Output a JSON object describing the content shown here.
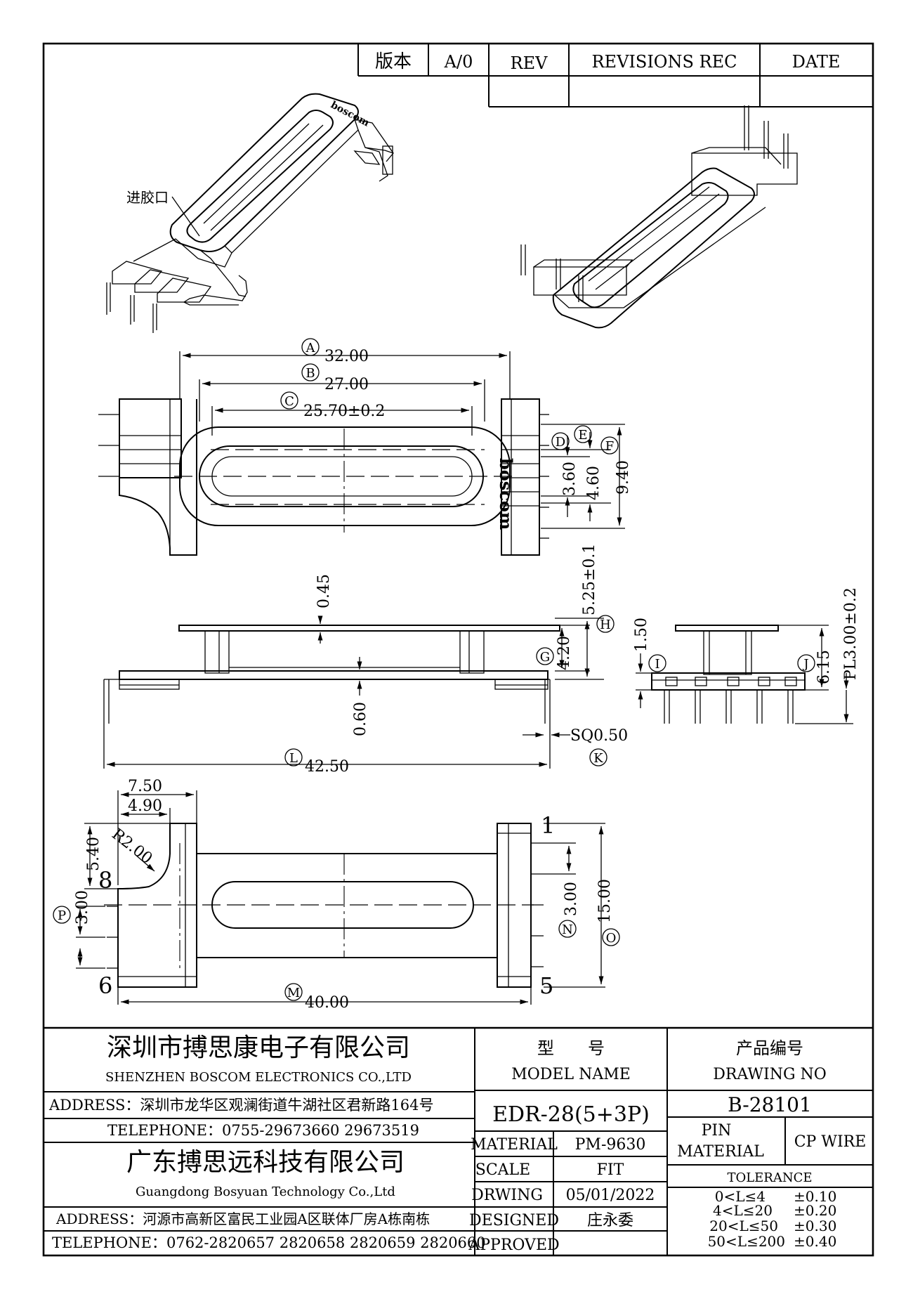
{
  "revision_table": {
    "version_label": "版本",
    "version_value": "A/0",
    "rev_label": "REV",
    "revisions_label": "REVISIONS REC",
    "date_label": "DATE"
  },
  "views": {
    "gate_label": "进胶口",
    "logo_text": "boscom"
  },
  "dimensions": {
    "A": {
      "tag": "A",
      "value": "32.00"
    },
    "B": {
      "tag": "B",
      "value": "27.00"
    },
    "C": {
      "tag": "C",
      "value": "25.70±0.2"
    },
    "D": {
      "tag": "D",
      "value": "3.60"
    },
    "E": {
      "tag": "E",
      "value": "4.60"
    },
    "F": {
      "tag": "F",
      "value": "9.40"
    },
    "G": {
      "tag": "G",
      "value": "4.20"
    },
    "H": {
      "tag": "H",
      "value": "5.25±0.1"
    },
    "I": {
      "tag": "I",
      "value": "1.50"
    },
    "J": {
      "tag": "J",
      "value": "6.15"
    },
    "K": {
      "tag": "K",
      "value": "SQ0.50"
    },
    "L": {
      "tag": "L",
      "value": "42.50"
    },
    "M": {
      "tag": "M",
      "value": "40.00"
    },
    "N": {
      "tag": "N",
      "value": "3.00"
    },
    "O": {
      "tag": "O",
      "value": "15.00"
    },
    "P": {
      "tag": "P",
      "value": "3.00"
    },
    "flange_thickness": "0.45",
    "base_thickness": "0.60",
    "pin_length": "PL3.00±0.2",
    "d750": "7.50",
    "d490": "4.90",
    "d540": "5.40",
    "radius": "R2.00"
  },
  "pins": {
    "p1": "1",
    "p5": "5",
    "p6": "6",
    "p8": "8"
  },
  "title_block": {
    "company1_cn": "深圳市搏思康电子有限公司",
    "company1_en": "SHENZHEN BOSCOM ELECTRONICS CO.,LTD",
    "address1": "ADDRESS：深圳市龙华区观澜街道牛湖社区君新路164号",
    "telephone1": "TELEPHONE：0755-29673660 29673519",
    "company2_cn": "广东搏思远科技有限公司",
    "company2_en": "Guangdong Bosyuan Technology Co.,Ltd",
    "address2": "ADDRESS：河源市高新区富民工业园A区联体厂房A栋南栋",
    "telephone2": "TELEPHONE：0762-2820657 2820658 2820659 2820660",
    "model_label_cn": "型　　号",
    "model_label_en": "MODEL NAME",
    "model_value": "EDR-28(5+3P)",
    "drawing_label_cn": "产品编号",
    "drawing_label_en": "DRAWING NO",
    "drawing_value": "B-28101",
    "material_label": "MATERIAL",
    "material_value": "PM-9630",
    "pin_material_label_1": "PIN",
    "pin_material_label_2": "MATERIAL",
    "pin_material_value": "CP WIRE",
    "scale_label": "SCALE",
    "scale_value": "FIT",
    "drwing_label": "DRWING",
    "drwing_value": "05/01/2022",
    "designed_label": "DESIGNED",
    "designed_value": "庄永委",
    "approved_label": "APPROVED",
    "approved_value": "",
    "tolerance_label": "TOLERANCE",
    "tolerance_rows": [
      {
        "range": "0<L≤4",
        "value": "±0.10"
      },
      {
        "range": "4<L≤20",
        "value": "±0.20"
      },
      {
        "range": "20<L≤50",
        "value": "±0.30"
      },
      {
        "range": "50<L≤200",
        "value": "±0.40"
      }
    ]
  }
}
